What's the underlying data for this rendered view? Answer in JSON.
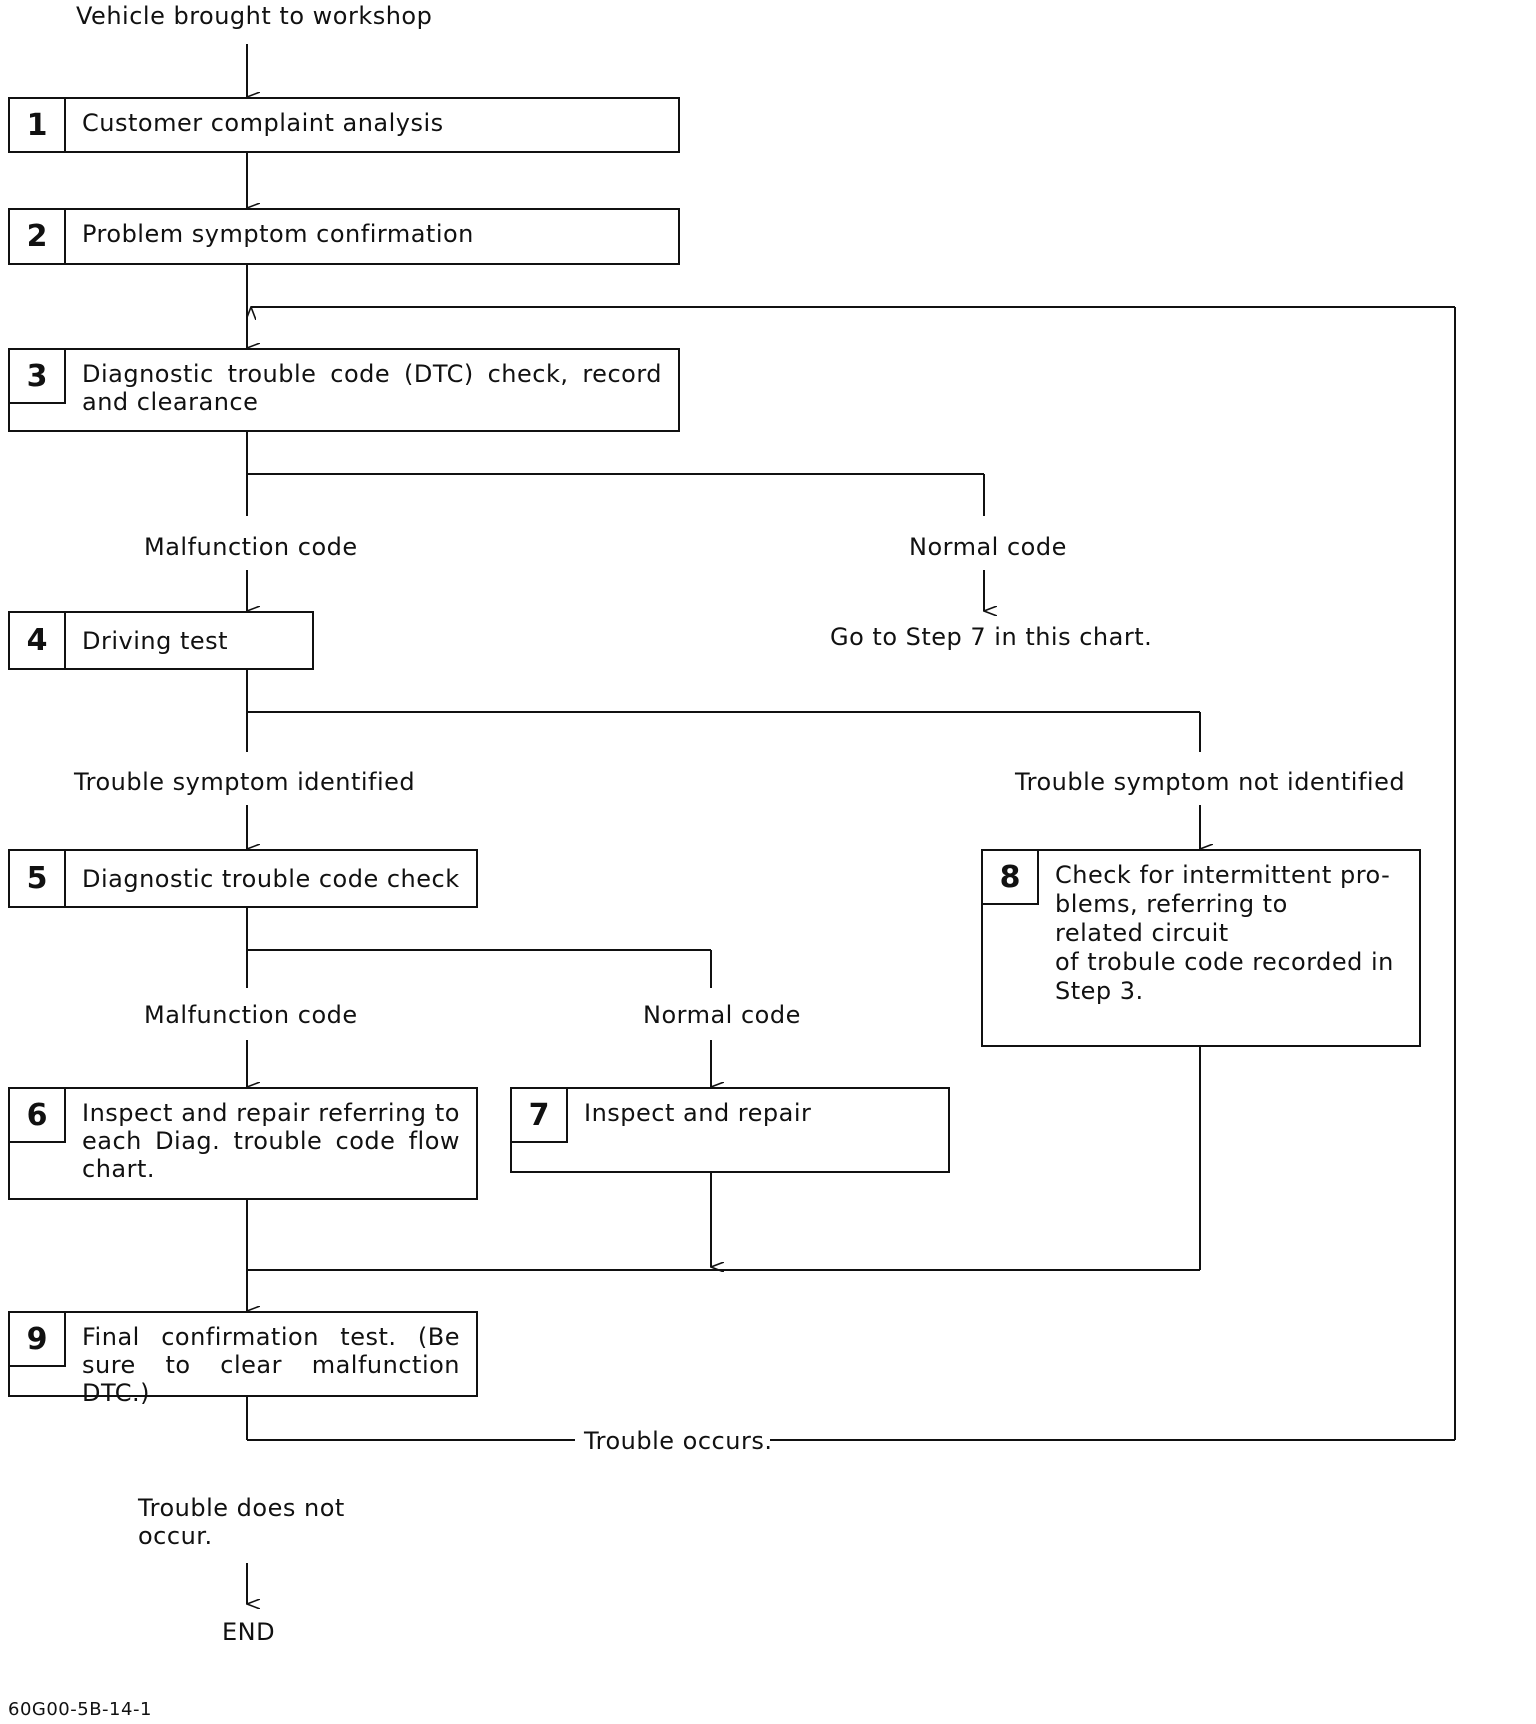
{
  "start": "Vehicle brought to workshop",
  "steps": [
    {
      "num": "1",
      "text": "Customer complaint analysis"
    },
    {
      "num": "2",
      "text": "Problem symptom confirmation"
    },
    {
      "num": "3",
      "text": "Diagnostic trouble code (DTC) check, record and clearance"
    },
    {
      "num": "4",
      "text": "Driving test"
    },
    {
      "num": "5",
      "text": "Diagnostic trouble code check"
    },
    {
      "num": "6",
      "text": "Inspect and repair referring to each Diag. trouble code flow chart."
    },
    {
      "num": "7",
      "text": "Inspect and repair"
    },
    {
      "num": "8",
      "text": "Check for intermittent pro-\nblems, referring to\nrelated circuit\nof trobule code recorded in\nStep 3."
    },
    {
      "num": "9",
      "text": "Final confirmation test. (Be sure to clear malfunction DTC.)"
    }
  ],
  "branches": {
    "malfunction_code_1": "Malfunction code",
    "normal_code_1": "Normal code",
    "goto_step7": "Go to Step 7 in this chart.",
    "symptom_identified": "Trouble symptom identified",
    "symptom_not_identified": "Trouble symptom not identified",
    "malfunction_code_2": "Malfunction code",
    "normal_code_2": "Normal code",
    "trouble_occurs": "Trouble occurs.",
    "trouble_not_occur": "Trouble does not\noccur."
  },
  "end": "END",
  "figure_id": "60G00-5B-14-1"
}
